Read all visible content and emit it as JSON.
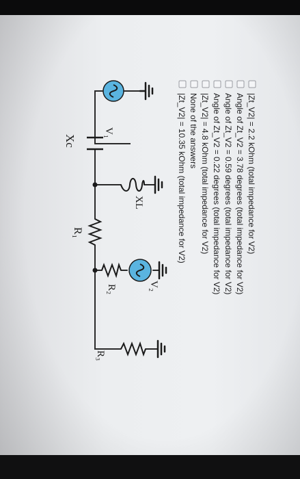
{
  "circuit": {
    "labels": {
      "xc": "Xc",
      "r1": "R₁",
      "r2": "R₂",
      "r3": "R₃",
      "xl": "XL",
      "v1": "V₁",
      "v2": "V₂"
    },
    "source_color": "#5ab4e0"
  },
  "question": {
    "options": [
      {
        "text": "|Zt_V2| = 10.35 kOhm (total impedance for V2)"
      },
      {
        "text": "None of the answers"
      },
      {
        "text": "|Zt_V2| = 4.8 kOhm (total impedance for V2)"
      },
      {
        "text": "Angle of Zt_V2 = 0.22 degrees (total impedance for V2)"
      },
      {
        "text": "Angle of Zt_V2 = 0.59 degrees (total impedance for V2)"
      },
      {
        "text": "Angle of Zt_V2 = 3.78 degrees (total impedance for V2)"
      },
      {
        "text": "|Zt_V2| = 2.2 kOhm (total impedance for V2)"
      }
    ]
  }
}
